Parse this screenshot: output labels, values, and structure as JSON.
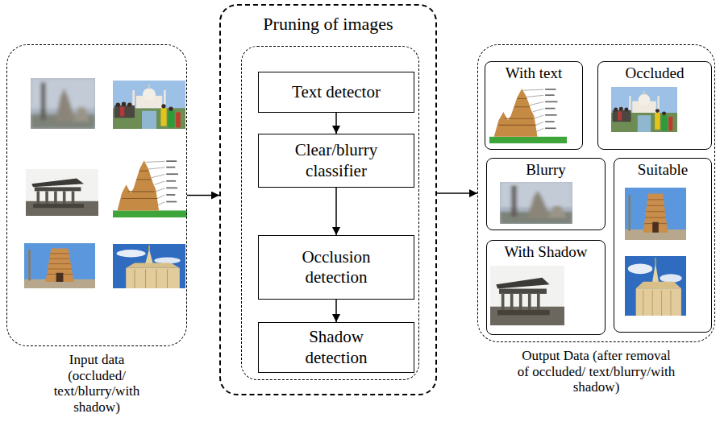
{
  "diagram": {
    "nodes": [
      {
        "text": [
          "Input data (occluded/ text/blurry/with shadow)"
        ]
      },
      {
        "text": [
          "Pruning of images"
        ]
      },
      {
        "text": [
          "Text detector"
        ],
        "in": 1
      },
      {
        "text": [
          "Clear/blurry classifier"
        ],
        "in": 1
      },
      {
        "text": [
          "Occlusion detection"
        ],
        "in": 1
      },
      {
        "text": [
          "Shadow detection"
        ],
        "in": 1
      },
      {
        "text": [
          "Output Data (after removal of occluded/ text/blurry/with shadow)"
        ]
      },
      {
        "text": [
          "With text"
        ],
        "in": 6
      },
      {
        "text": [
          "Occluded"
        ],
        "in": 6
      },
      {
        "text": [
          "Blurry"
        ],
        "in": 6
      },
      {
        "text": [
          "Suitable"
        ],
        "in": 6
      },
      {
        "text": [
          "With Shadow"
        ],
        "in": 6
      }
    ],
    "edges": [
      {
        "from": 0,
        "to": 1,
        "arrow": "to"
      },
      {
        "from": 2,
        "to": 3,
        "arrow": "to"
      },
      {
        "from": 3,
        "to": 4,
        "arrow": "to"
      },
      {
        "from": 4,
        "to": 5,
        "arrow": "to"
      },
      {
        "from": 1,
        "to": 6,
        "arrow": "to"
      }
    ]
  }
}
